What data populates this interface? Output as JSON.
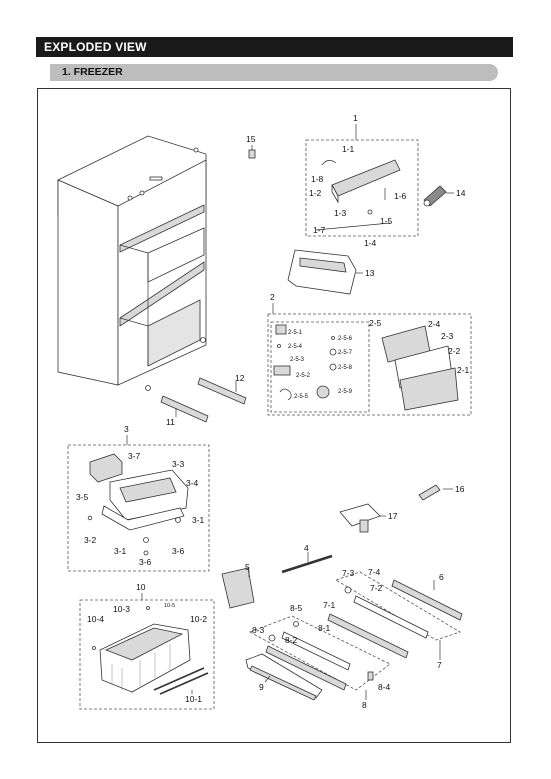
{
  "header": {
    "title": "EXPLODED VIEW"
  },
  "section": {
    "title": "1. FREEZER"
  },
  "colors": {
    "header_bg": "#1a1a1a",
    "tab_bg": "#bdbdbd",
    "line": "#333333"
  },
  "labels": {
    "p1": "1",
    "p1_1": "1-1",
    "p1_2": "1-2",
    "p1_3": "1-3",
    "p1_4": "1-4",
    "p1_5": "1-5",
    "p1_6": "1-6",
    "p1_7": "1-7",
    "p1_8": "1-8",
    "p2": "2",
    "p2_1": "2-1",
    "p2_2": "2-2",
    "p2_3": "2-3",
    "p2_4": "2-4",
    "p2_5": "2-5",
    "p2_5_1": "2-5-1",
    "p2_5_2": "2-5-2",
    "p2_5_3": "2-5-3",
    "p2_5_4": "2-5-4",
    "p2_5_5": "2-5-5",
    "p2_5_6": "2-5-6",
    "p2_5_7": "2-5-7",
    "p2_5_8": "2-5-8",
    "p2_5_9": "2-5-9",
    "p3": "3",
    "p3_1a": "3-1",
    "p3_1b": "3-1",
    "p3_2": "3-2",
    "p3_3": "3-3",
    "p3_4": "3-4",
    "p3_5": "3-5",
    "p3_6a": "3-6",
    "p3_6b": "3-6",
    "p3_7": "3-7",
    "p4": "4",
    "p5": "5",
    "p6": "6",
    "p7": "7",
    "p7_1": "7-1",
    "p7_2": "7-2",
    "p7_3": "7-3",
    "p7_4": "7-4",
    "p8": "8",
    "p8_1": "8-1",
    "p8_2": "8-2",
    "p8_3": "8-3",
    "p8_4": "8-4",
    "p8_5": "8-5",
    "p9": "9",
    "p10": "10",
    "p10_1": "10-1",
    "p10_2": "10-2",
    "p10_3": "10-3",
    "p10_4": "10-4",
    "p10_5": "10-5",
    "p11": "11",
    "p12": "12",
    "p13": "13",
    "p14": "14",
    "p15": "15",
    "p16": "16",
    "p17": "17"
  }
}
